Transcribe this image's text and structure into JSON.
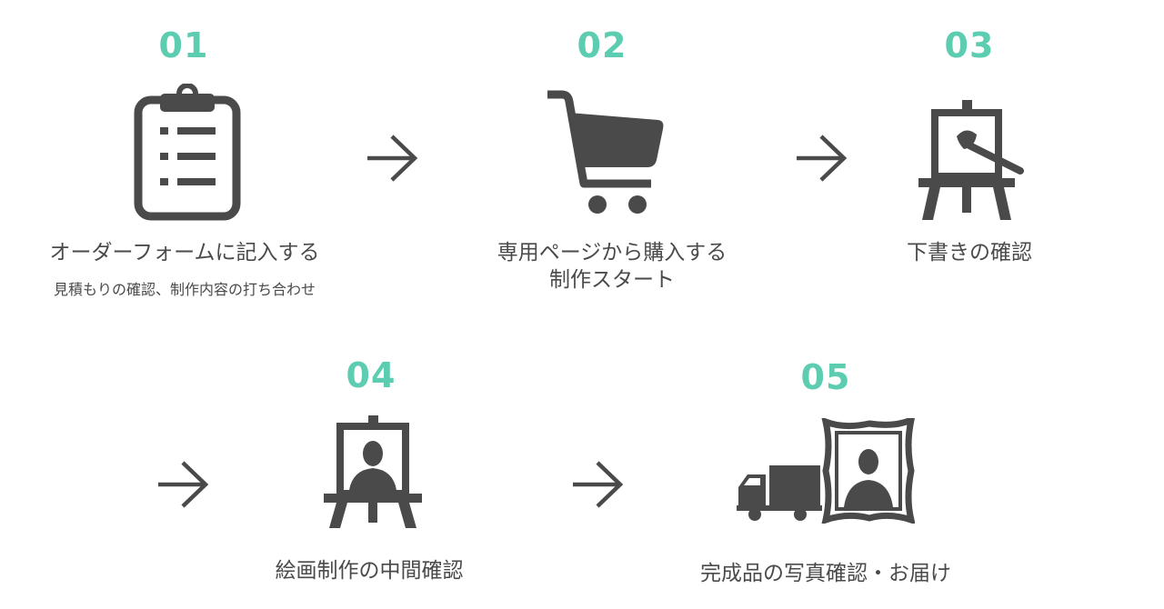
{
  "steps": [
    {
      "number": "01",
      "title": "オーダーフォームに記入する",
      "subtitle": "見積もりの確認、制作内容の打ち合わせ",
      "icon": "clipboard-icon"
    },
    {
      "number": "02",
      "title_line1": "専用ページから購入する",
      "title_line2": "制作スタート",
      "icon": "shopping-cart-icon"
    },
    {
      "number": "03",
      "title": "下書きの確認",
      "icon": "easel-brush-icon"
    },
    {
      "number": "04",
      "title": "絵画制作の中間確認",
      "icon": "easel-portrait-icon"
    },
    {
      "number": "05",
      "title": "完成品の写真確認・お届け",
      "icon": "truck-framed-portrait-icon"
    }
  ],
  "colors": {
    "accent": "#5ccdb0",
    "icon": "#4a4a4a"
  }
}
